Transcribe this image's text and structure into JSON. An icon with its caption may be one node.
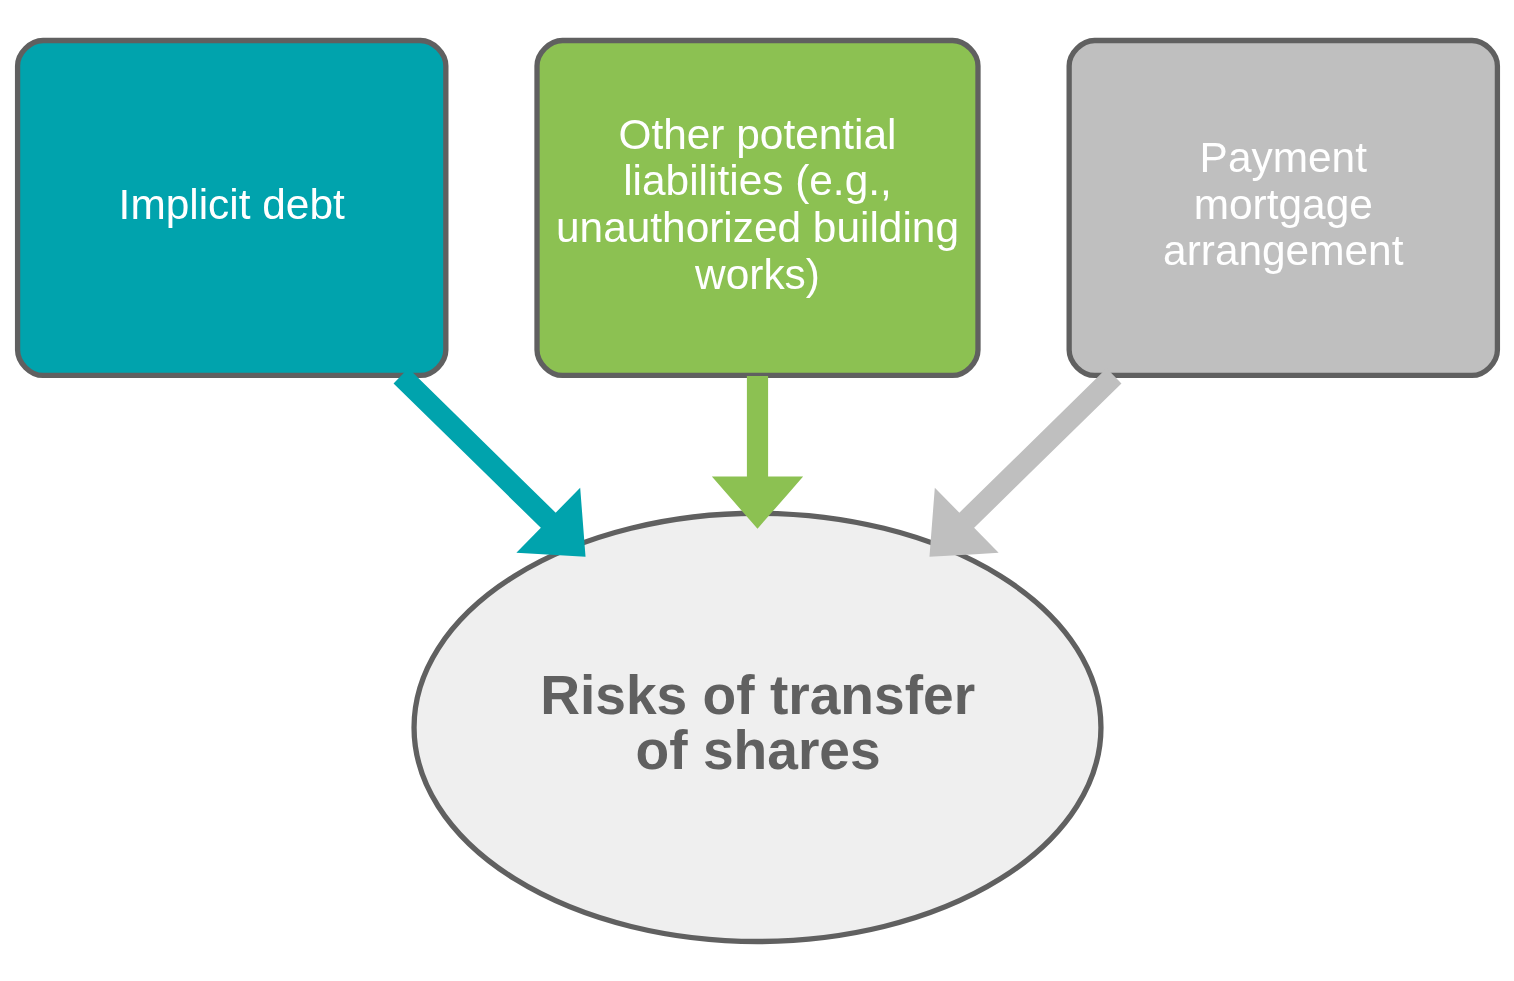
{
  "diagram": {
    "nodes": [
      {
        "text": [
          "Implicit debt"
        ]
      },
      {
        "text": [
          "Other potential liabilities (e.g., unauthorized building works)"
        ]
      },
      {
        "text": [
          "Payment mortgage arrangement"
        ]
      },
      {
        "text": [
          "Risks of transfer of shares"
        ]
      }
    ],
    "edges": [
      {
        "from": 0,
        "to": 3,
        "arrow": "to",
        "color": "#00a3ad"
      },
      {
        "from": 1,
        "to": 3,
        "arrow": "to",
        "color": "#8cc152"
      },
      {
        "from": 2,
        "to": 3,
        "arrow": "to",
        "color": "#bfbfbf"
      }
    ]
  }
}
